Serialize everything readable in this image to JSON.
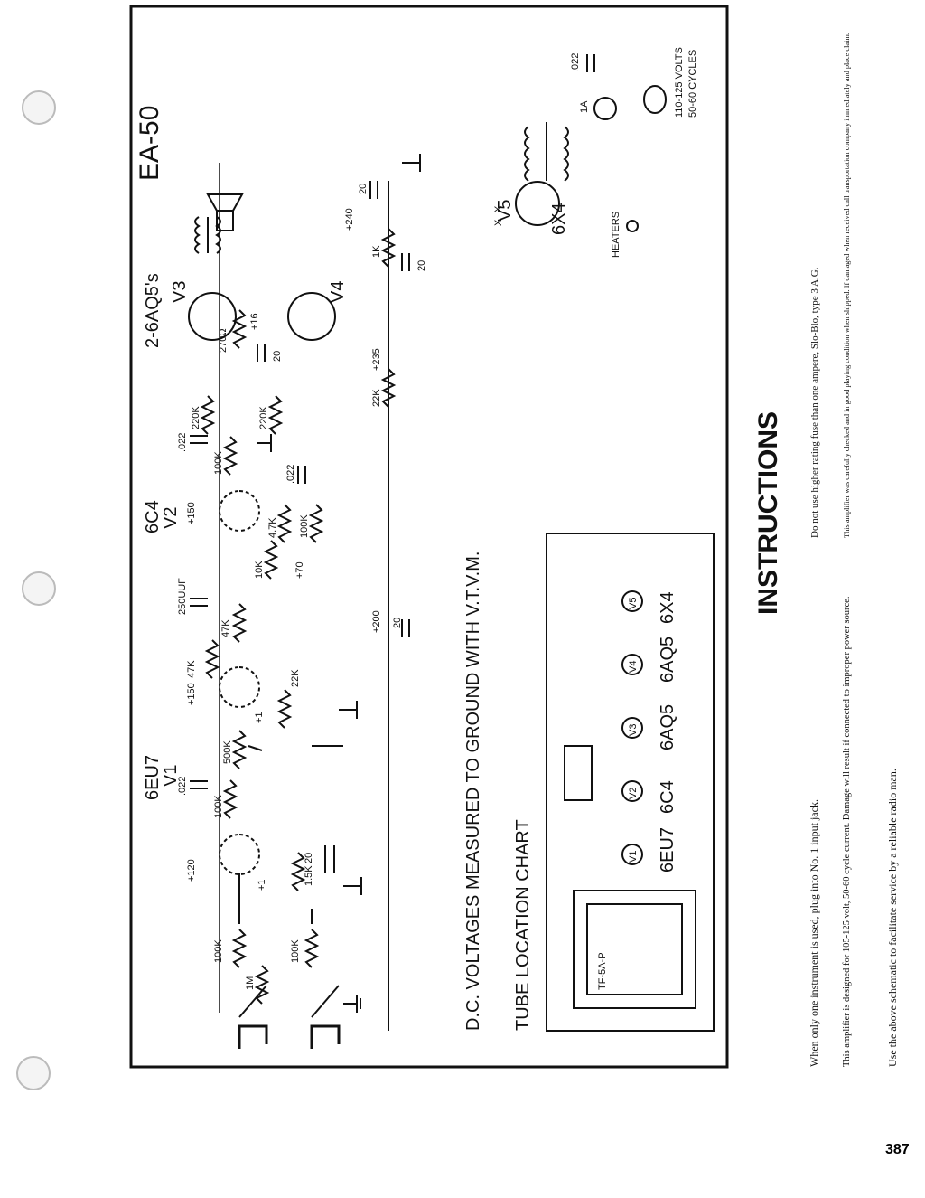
{
  "model": "EA-50",
  "heading": "D.C. VOLTAGES MEASURED TO GROUND WITH V.T.V.M.",
  "chart_title": "TUBE LOCATION CHART",
  "transformer_label": "TF-5A-P",
  "tube_chart": [
    {
      "pos": "V1",
      "type": "6EU7"
    },
    {
      "pos": "V2",
      "type": "6C4"
    },
    {
      "pos": "V3",
      "type": "6AQ5"
    },
    {
      "pos": "V4",
      "type": "6AQ5"
    },
    {
      "pos": "V5",
      "type": "6X4"
    }
  ],
  "tubes": {
    "v1": {
      "type": "6EU7",
      "pos": "V1"
    },
    "v2": {
      "type": "6C4",
      "pos": "V2"
    },
    "v34": {
      "type": "2-6AQ5's",
      "pos3": "V3",
      "pos4": "V4"
    },
    "v5": {
      "type": "6X4",
      "pos": "V5"
    }
  },
  "components": {
    "r_in1": "100K",
    "r_in2": "100K",
    "pot": "1M",
    "r_plate1": "100K",
    "c_022a": ".022",
    "r_500k": "500K",
    "r_cath1": "1.5K",
    "c_cath1": "20",
    "v_plus1": "+1",
    "v_plus1b": "+1",
    "v_120": "+120",
    "v_150a": "+150",
    "r_47ka": "47K",
    "r_22ka": "22K",
    "r_47kb": "47K",
    "c_250": "250UUF",
    "v_200": "+200",
    "c_20a": "20",
    "r_10k": "10K",
    "r_47kc": "4.7K",
    "r_100kb": "100K",
    "v_70": "+70",
    "v_150b": "+150",
    "r_100kc": "100K",
    "c_022b": ".022",
    "c_022c": ".022",
    "r_220ka": "220K",
    "r_220kb": "220K",
    "r_270": "270Ω",
    "c_20b": "20",
    "v_16": "+16",
    "r_22kb": "22K",
    "v_235": "+235",
    "r_1k": "1K",
    "c_20c": "20",
    "v_240": "+240",
    "c_20d": "20",
    "c_022d": ".022",
    "fuse": "1A",
    "heaters": "HEATERS",
    "x1": "X",
    "x2": "X"
  },
  "power": {
    "line1": "110-125 VOLTS",
    "line2": "50-60 CYCLES"
  },
  "instructions": {
    "title": "INSTRUCTIONS",
    "p1": "When only one instrument is used, plug into No. 1 input jack.",
    "p2": "This amplifier is designed for 105-125 volt, 50-60 cycle current. Damage will result if connected to improper power source.",
    "p3": "Use the above schematic to facilitate service by a reliable radio man.",
    "p4": "Do not use higher rating fuse than one ampere, Slo-Blo, type 3 A.G.",
    "p5": "This amplifier was carefully checked and in good playing condition when shipped. If damaged when received call transportation company immediately and place claim."
  },
  "page_number": "387"
}
